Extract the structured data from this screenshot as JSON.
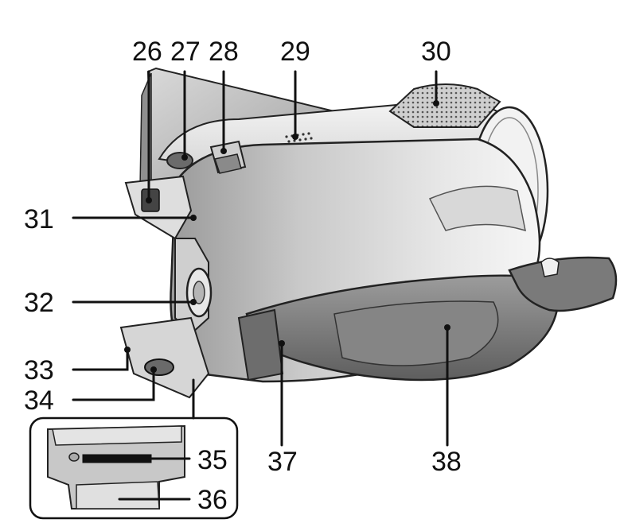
{
  "callouts": {
    "c26": "26",
    "c27": "27",
    "c28": "28",
    "c29": "29",
    "c30": "30",
    "c31": "31",
    "c32": "32",
    "c33": "33",
    "c34": "34",
    "c35": "35",
    "c36": "36",
    "c37": "37",
    "c38": "38"
  },
  "colors": {
    "line": "#111111",
    "body_light": "#e6e6e6",
    "body_mid": "#bdbdbd",
    "body_dark": "#8c8c8c",
    "strap": "#7a7a7a",
    "strap_dark": "#555555"
  }
}
